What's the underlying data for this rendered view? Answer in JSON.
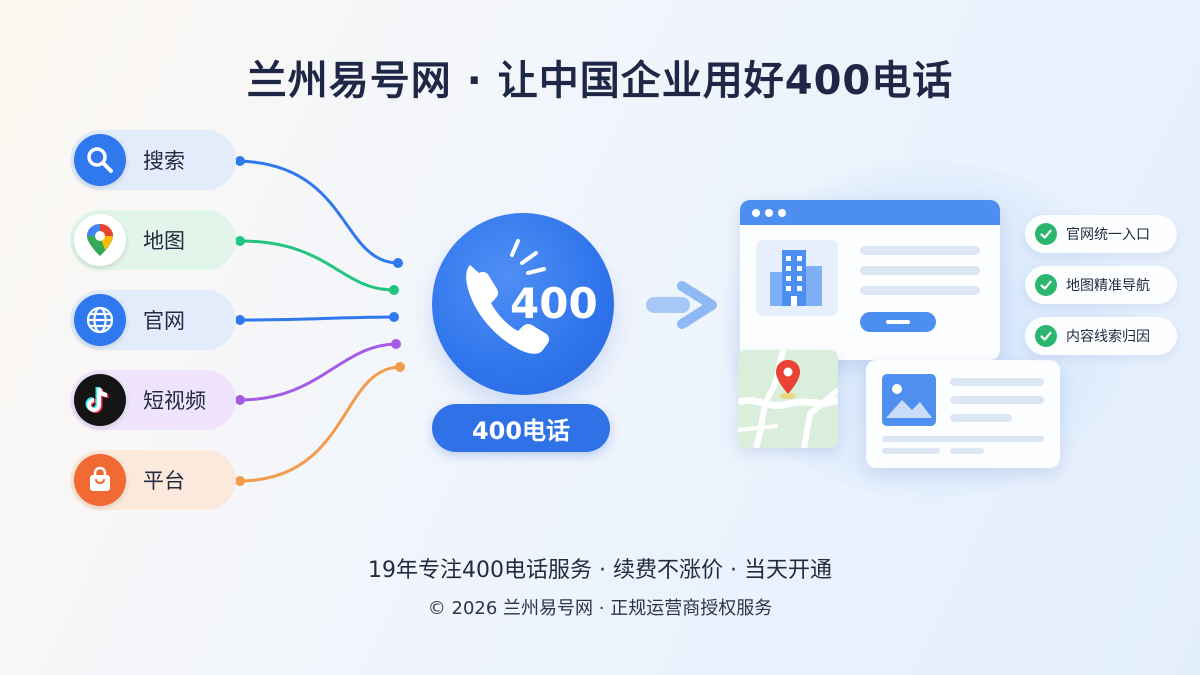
{
  "header": {
    "title": "兰州易号网 · 让中国企业用好400电话"
  },
  "channels": [
    {
      "label": "搜索",
      "icon": "search-icon",
      "color": "#2f78ee",
      "bg": "#e2ecfb"
    },
    {
      "label": "地图",
      "icon": "map-pin-icon",
      "color": "#22c47e",
      "bg": "#e1f5ea"
    },
    {
      "label": "官网",
      "icon": "globe-icon",
      "color": "#2f78ee",
      "bg": "#e2ecfb"
    },
    {
      "label": "短视频",
      "icon": "tiktok-icon",
      "color": "#a55be6",
      "bg": "#efe4fb"
    },
    {
      "label": "平台",
      "icon": "shopping-bag-icon",
      "color": "#f29b4b",
      "bg": "#fbe9dc"
    }
  ],
  "hub": {
    "number": "400",
    "label": "400电话",
    "icon": "phone-icon"
  },
  "features": [
    {
      "label": "官网统一入口",
      "icon": "check-icon"
    },
    {
      "label": "地图精准导航",
      "icon": "check-icon"
    },
    {
      "label": "内容线索归因",
      "icon": "check-icon"
    }
  ],
  "tagline": "19年专注400电话服务 · 续费不涨价 · 当天开通",
  "footer": "© 2026 兰州易号网 · 正规运营商授权服务"
}
